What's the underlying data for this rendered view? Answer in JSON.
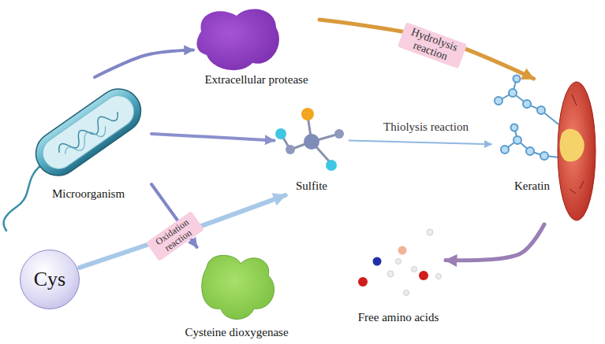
{
  "diagram": {
    "nodes": [
      {
        "text": [
          "Extracellular protease"
        ]
      },
      {
        "text": [
          "Microorganism"
        ]
      },
      {
        "text": [
          "Sulfite"
        ]
      },
      {
        "text": [
          "Keratin"
        ]
      },
      {
        "text": [
          "Cys"
        ]
      },
      {
        "text": [
          "Cysteine dioxygenase"
        ]
      },
      {
        "text": [
          "Free amino acids"
        ]
      }
    ],
    "edges": [
      {
        "from": 1,
        "to": 0,
        "arrow": "to"
      },
      {
        "from": 1,
        "to": 2,
        "arrow": "to"
      },
      {
        "from": 0,
        "to": 3,
        "label": "Hydrolysis reaction",
        "arrow": "to"
      },
      {
        "from": 2,
        "to": 3,
        "label": "Thiolysis reaction",
        "arrow": "to"
      },
      {
        "from": 4,
        "to": 2,
        "label": "Oxidation reaction",
        "arrow": "to"
      },
      {
        "from": 1,
        "to": 5,
        "arrow": "to"
      },
      {
        "from": 3,
        "to": 6,
        "arrow": "to"
      }
    ]
  }
}
